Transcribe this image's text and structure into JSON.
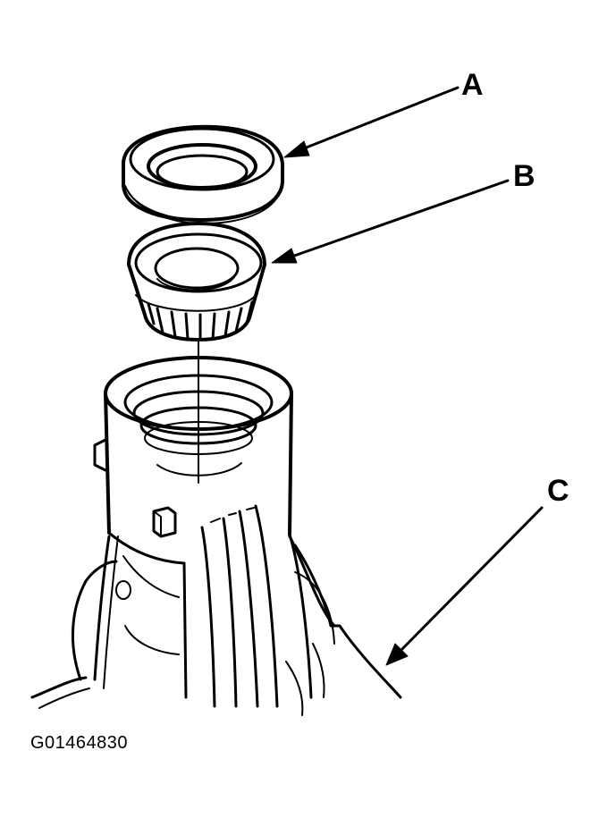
{
  "callouts": {
    "a": "A",
    "b": "B",
    "c": "C"
  },
  "figure_code": "G01464830",
  "colors": {
    "ink": "#000000",
    "background": "#ffffff"
  }
}
